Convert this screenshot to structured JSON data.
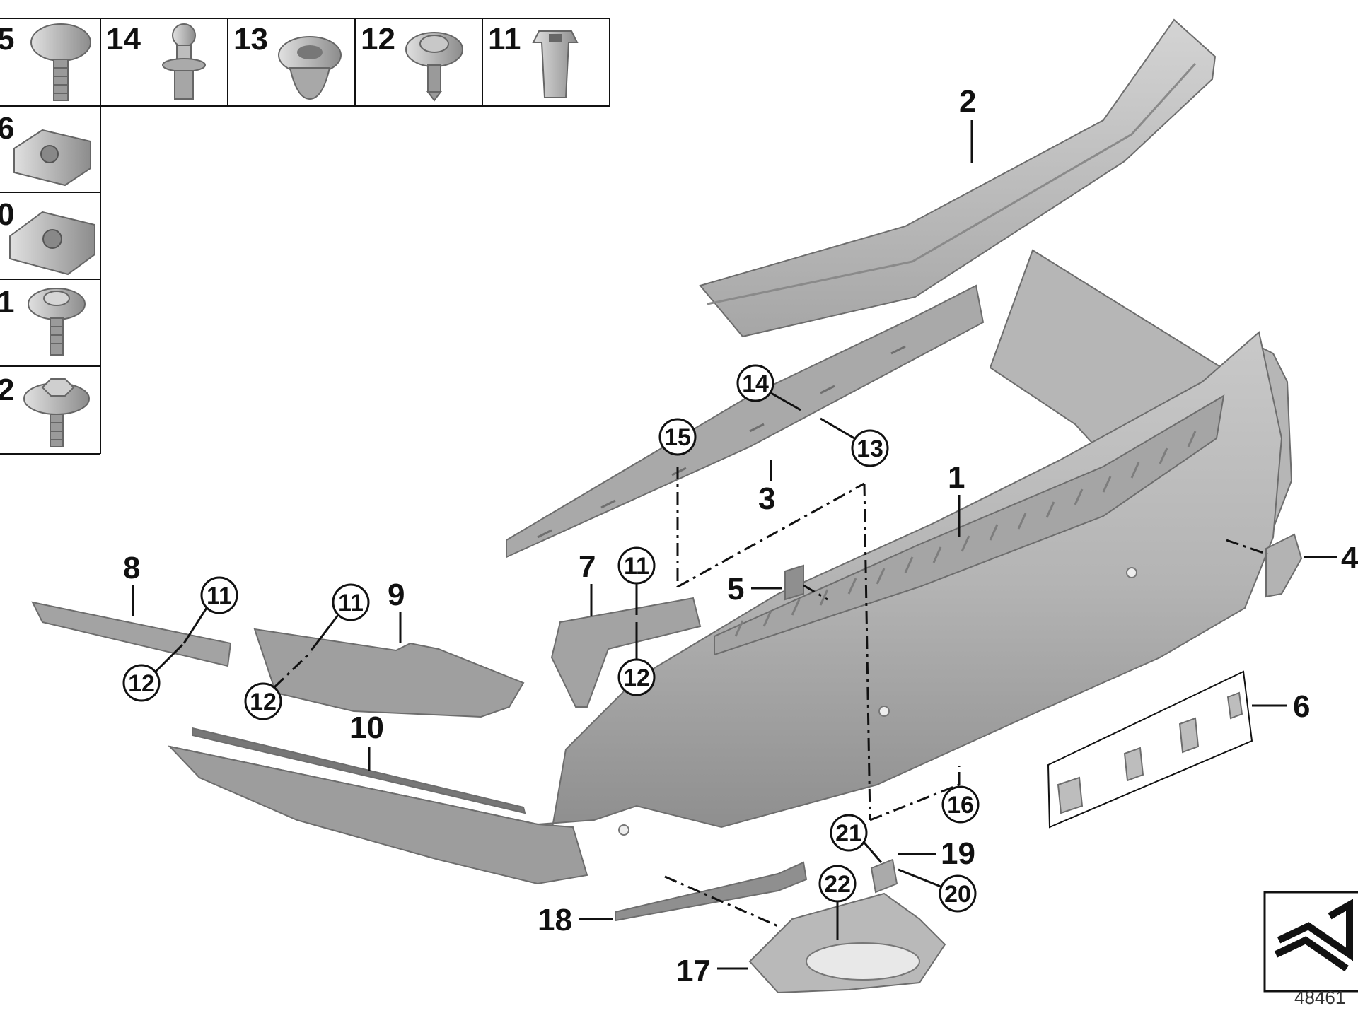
{
  "fastener_table": {
    "cells": [
      {
        "label": "5",
        "name": "screw-mushroom"
      },
      {
        "label": "14",
        "name": "ball-stud"
      },
      {
        "label": "13",
        "name": "expanding-nut"
      },
      {
        "label": "12",
        "name": "collar-screw"
      },
      {
        "label": "11",
        "name": "plastic-nut"
      },
      {
        "label": "6",
        "name": "u-nut-small"
      },
      {
        "label": "0",
        "name": "u-nut-large"
      },
      {
        "label": "1",
        "name": "torx-screw"
      },
      {
        "label": "2",
        "name": "hex-collar-screw"
      }
    ]
  },
  "parts": {
    "p1": "1",
    "p2": "2",
    "p3": "3",
    "p4": "4",
    "p5": "5",
    "p6": "6",
    "p7": "7",
    "p8": "8",
    "p9": "9",
    "p10": "10",
    "p17": "17",
    "p18": "18",
    "p19": "19"
  },
  "callouts": {
    "c14": "14",
    "c13": "13",
    "c15": "15",
    "c11a": "11",
    "c12a": "12",
    "c11b": "11",
    "c12b": "12",
    "c11c": "11",
    "c12c": "12",
    "c16": "16",
    "c21": "21",
    "c20": "20",
    "c22": "22"
  },
  "doc_number": "48461"
}
